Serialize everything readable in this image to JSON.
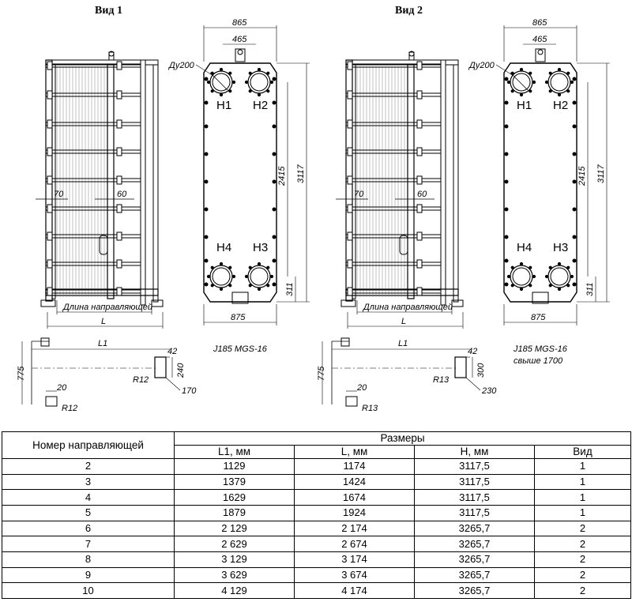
{
  "views": [
    {
      "title": "Вид 1",
      "width_top": "865",
      "inner_top": "465",
      "nozzle": "Ду200",
      "ports": [
        "H1",
        "H2",
        "H4",
        "H3"
      ],
      "height_total": "3117",
      "height_mid": "2415",
      "height_low": "311",
      "width_bottom": "875",
      "gap_left": "70",
      "gap_right": "60",
      "guide_label": "Длина направляющей",
      "length_label": "L",
      "model": "J185 MGS-16",
      "model_note": "",
      "detail": {
        "l1": "L1",
        "w42": "42",
        "h240": "240",
        "w170": "170",
        "r_main": "R12",
        "h775": "775",
        "w20": "20",
        "r_small": "R12"
      }
    },
    {
      "title": "Вид 2",
      "width_top": "865",
      "inner_top": "465",
      "nozzle": "Ду200",
      "ports": [
        "H1",
        "H2",
        "H4",
        "H3"
      ],
      "height_total": "3117",
      "height_mid": "2415",
      "height_low": "311",
      "width_bottom": "875",
      "gap_left": "70",
      "gap_right": "60",
      "guide_label": "Длина направляющей",
      "length_label": "L",
      "model": "J185 MGS-16",
      "model_note": "свыше 1700",
      "detail": {
        "l1": "L1",
        "w42": "42",
        "h240": "300",
        "w170": "230",
        "r_main": "R13",
        "h775": "775",
        "w20": "20",
        "r_small": "R13"
      }
    }
  ],
  "table": {
    "header_guide": "Номер направляющей",
    "header_sizes": "Размеры",
    "columns": [
      "L1, мм",
      "L, мм",
      "H, мм",
      "Вид"
    ],
    "rows": [
      [
        "2",
        "1129",
        "1174",
        "3117,5",
        "1"
      ],
      [
        "3",
        "1379",
        "1424",
        "3117,5",
        "1"
      ],
      [
        "4",
        "1629",
        "1674",
        "3117,5",
        "1"
      ],
      [
        "5",
        "1879",
        "1924",
        "3117,5",
        "1"
      ],
      [
        "6",
        "2 129",
        "2 174",
        "3265,7",
        "2"
      ],
      [
        "7",
        "2 629",
        "2 674",
        "3265,7",
        "2"
      ],
      [
        "8",
        "3 129",
        "3 174",
        "3265,7",
        "2"
      ],
      [
        "9",
        "3 629",
        "3 674",
        "3265,7",
        "2"
      ],
      [
        "10",
        "4 129",
        "4 174",
        "3265,7",
        "2"
      ]
    ]
  }
}
